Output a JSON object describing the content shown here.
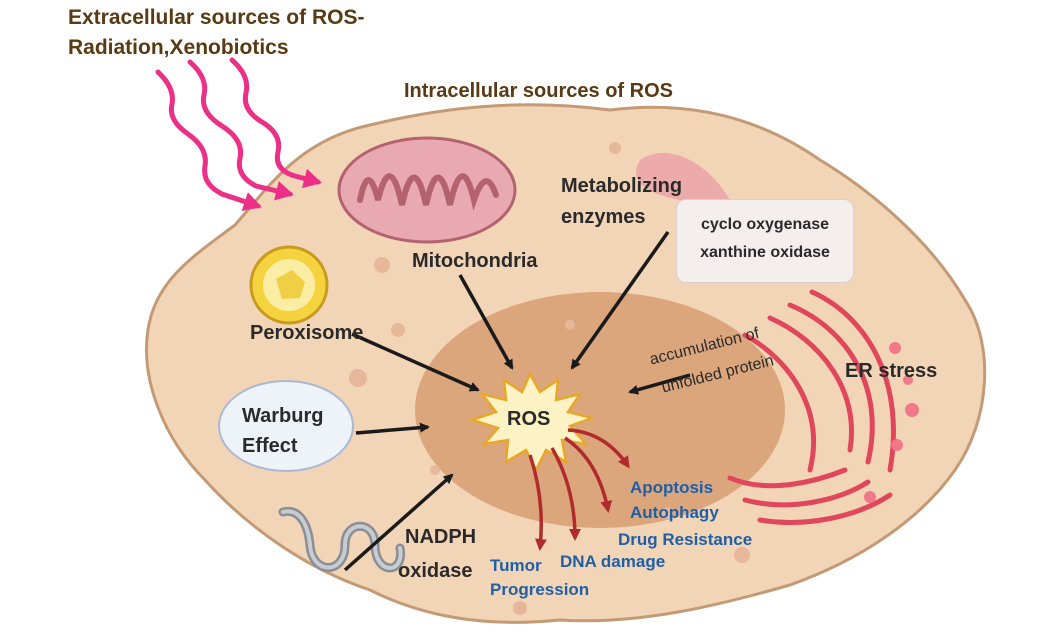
{
  "title": {
    "extracellular": "Extracellular sources of ROS-",
    "extracellular_2": "Radiation,Xenobiotics",
    "intracellular": "Intracellular sources of ROS"
  },
  "organelles": {
    "mitochondria": "Mitochondria",
    "metabolizing_1": "Metabolizing",
    "metabolizing_2": "enzymes",
    "enzyme_list": [
      "cyclo oxygenase",
      "xanthine oxidase"
    ],
    "peroxisome": "Peroxisome",
    "warburg_1": "Warburg",
    "warburg_2": "Effect",
    "nadph_1": "NADPH",
    "nadph_2": "oxidase",
    "er_stress": "ER stress",
    "accumulation_1": "accumulation of",
    "accumulation_2": "unfolded protein"
  },
  "center": {
    "ros": "ROS"
  },
  "outcomes": {
    "apoptosis": "Apoptosis",
    "autophagy": "Autophagy",
    "drug_resistance": "Drug Resistance",
    "dna_damage": "DNA damage",
    "tumor_1": "Tumor",
    "tumor_2": "Progression"
  },
  "colors": {
    "cell_fill": "#f2d5b6",
    "nucleus_fill": "#dba67c",
    "mito_fill": "#e8a9b2",
    "er_color": "#e0475b",
    "radiation": "#ec2f87",
    "arrow_black": "#1a1a1a",
    "arrow_red": "#b02a2e",
    "outcome_text": "#1f5fa6",
    "title_text": "#5a3a12"
  }
}
